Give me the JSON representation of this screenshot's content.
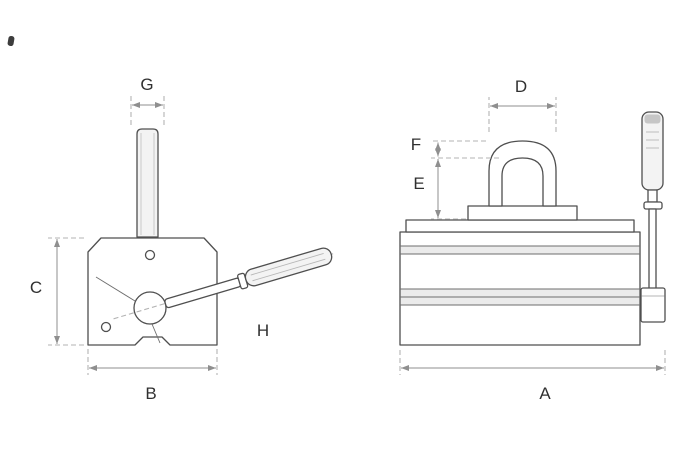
{
  "diagram": {
    "labels": {
      "A": "A",
      "B": "B",
      "C": "C",
      "D": "D",
      "E": "E",
      "F": "F",
      "G": "G",
      "H": "H"
    }
  },
  "colors": {
    "background": "#ffffff",
    "outline": "#4f4f4f",
    "dimension_line": "#8f8f8f",
    "extension_line": "#b3b3b3",
    "label_text": "#303030",
    "shade_light": "#ebebeb",
    "shade_dark": "#c6c6c6"
  }
}
